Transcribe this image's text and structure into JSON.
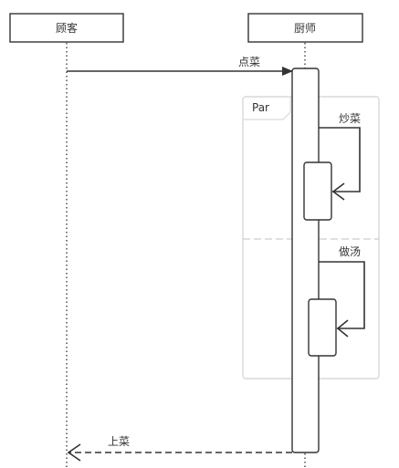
{
  "participants": {
    "customer": "顾客",
    "chef": "厨师"
  },
  "fragment": {
    "operator": "Par"
  },
  "messages": {
    "order": "点菜",
    "stir_fry": "炒菜",
    "make_soup": "做汤",
    "serve": "上菜"
  },
  "colors": {
    "line": "#333333",
    "fragment_border": "#d9d9d9",
    "fragment_divider": "#cccccc",
    "background": "#ffffff"
  }
}
